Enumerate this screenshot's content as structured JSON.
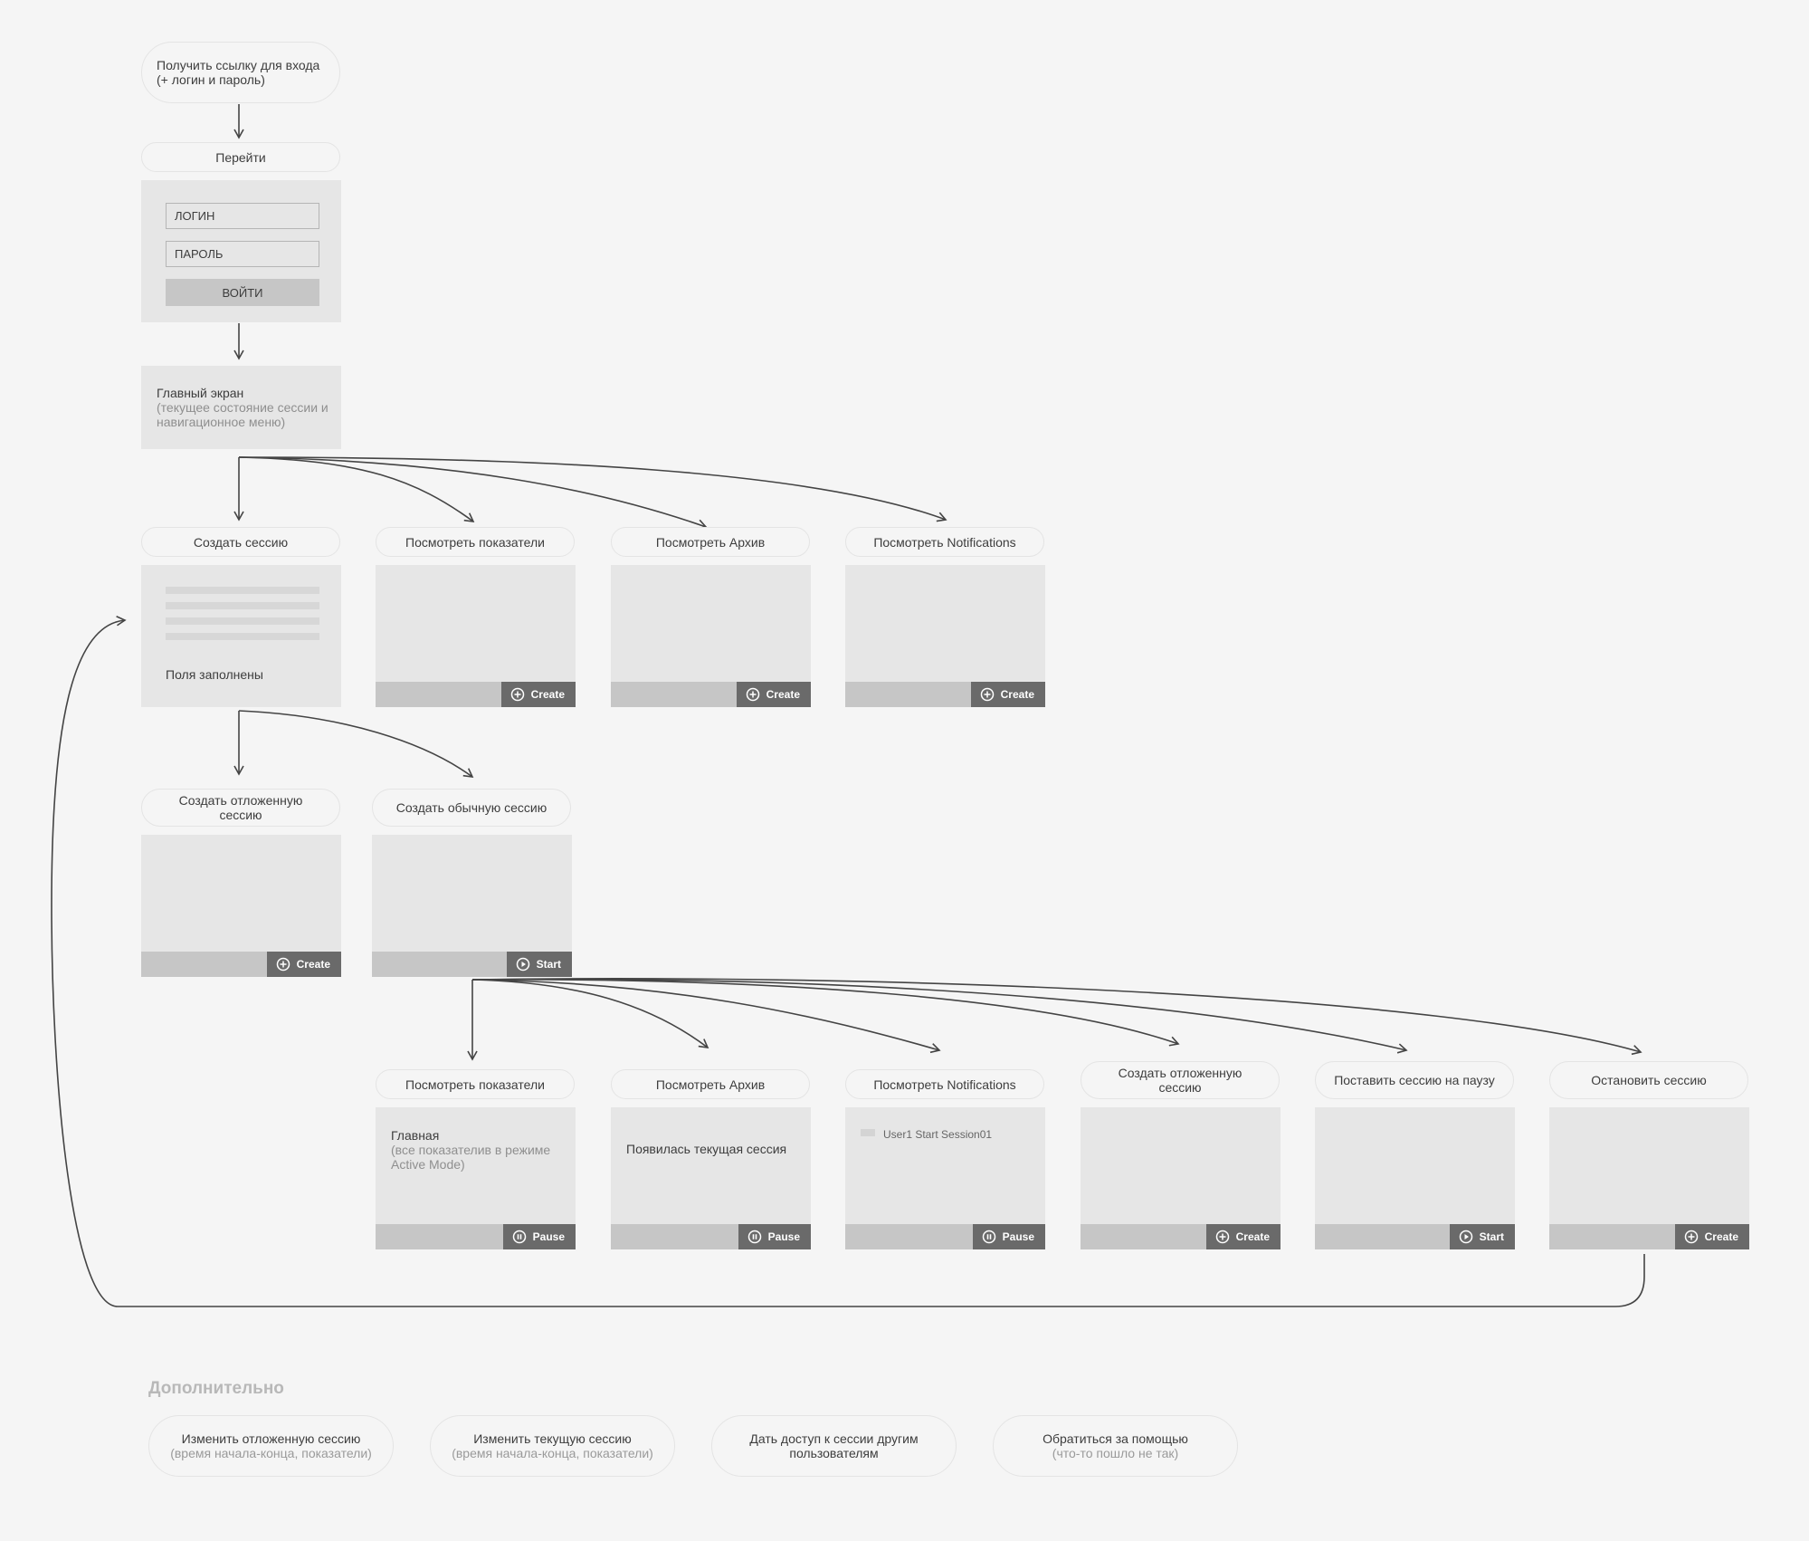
{
  "flow": {
    "get_link": {
      "line1": "Получить ссылку для входа",
      "line2": "(+ логин и пароль)"
    },
    "go": "Перейти",
    "login_form": {
      "login_placeholder": "ЛОГИН",
      "password_placeholder": "ПАРОЛЬ",
      "submit": "ВОЙТИ"
    },
    "main_screen": {
      "title": "Главный экран",
      "desc": "(текущее состояние сессии и навигационное меню)"
    },
    "row1": [
      {
        "label": "Создать сессию",
        "content": "Поля заполнены"
      },
      {
        "label": "Посмотреть показатели",
        "button": "Create",
        "icon": "plus-circle-icon"
      },
      {
        "label": "Посмотреть Архив",
        "button": "Create",
        "icon": "plus-circle-icon"
      },
      {
        "label": "Посмотреть Notifications",
        "button": "Create",
        "icon": "plus-circle-icon"
      }
    ],
    "row2": [
      {
        "label": "Создать отложенную сессию",
        "button": "Create",
        "icon": "plus-circle-icon"
      },
      {
        "label": "Создать обычную сессию",
        "button": "Start",
        "icon": "play-circle-icon"
      }
    ],
    "row3": [
      {
        "label": "Посмотреть показатели",
        "title": "Главная",
        "desc": "(все показателив в режиме Active Mode)",
        "button": "Pause",
        "icon": "pause-circle-icon"
      },
      {
        "label": "Посмотреть Архив",
        "title": "Появилась текущая сессия",
        "button": "Pause",
        "icon": "pause-circle-icon"
      },
      {
        "label": "Посмотреть Notifications",
        "notification": "User1 Start Session01",
        "button": "Pause",
        "icon": "pause-circle-icon"
      },
      {
        "label": "Создать отложенную сессию",
        "button": "Create",
        "icon": "plus-circle-icon"
      },
      {
        "label": "Поставить сессию на паузу",
        "button": "Start",
        "icon": "play-circle-icon"
      },
      {
        "label": "Остановить сессию",
        "button": "Create",
        "icon": "plus-circle-icon"
      }
    ]
  },
  "additional": {
    "title": "Дополнительно",
    "items": [
      {
        "line1": "Изменить отложенную сессию",
        "line2": "(время начала-конца, показатели)"
      },
      {
        "line1": "Изменить текущую сессию",
        "line2": "(время начала-конца, показатели)"
      },
      {
        "line1": "Дать доступ к сессии другим пользователям",
        "line2": ""
      },
      {
        "line1": "Обратиться за помощью",
        "line2": "(что-то пошло не так)"
      }
    ]
  },
  "colors": {
    "background": "#f5f5f5",
    "screen": "#e6e6e6",
    "bar": "#c6c6c6",
    "button": "#6a6a6a",
    "connector": "#444444"
  }
}
